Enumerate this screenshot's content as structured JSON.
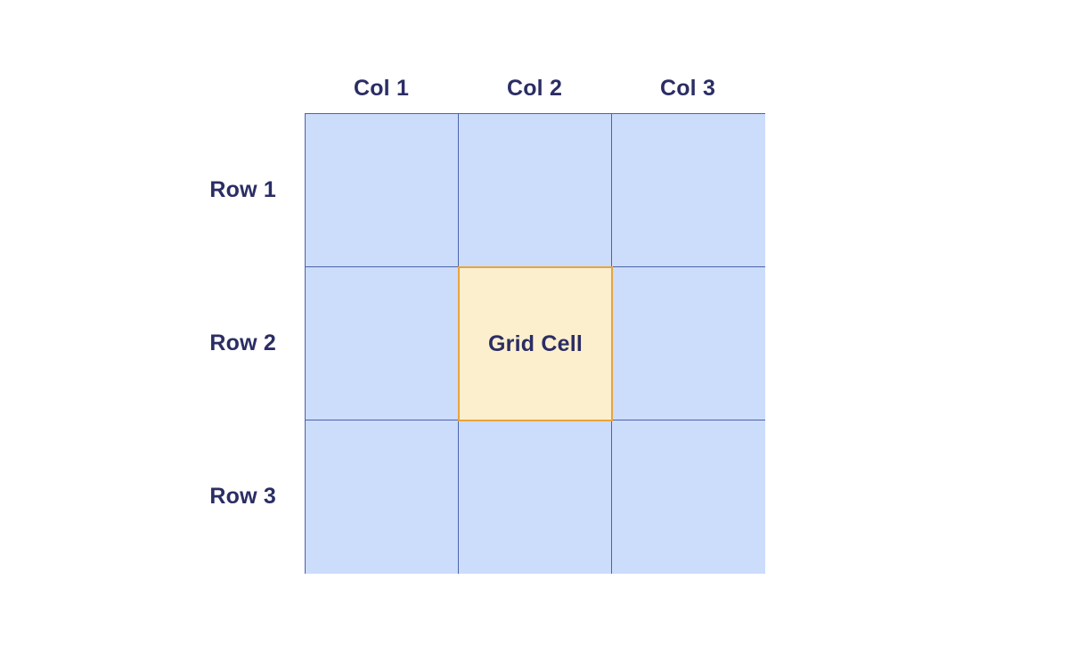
{
  "diagram": {
    "type": "grid-diagram",
    "column_headers": [
      "Col 1",
      "Col 2",
      "Col 3"
    ],
    "row_headers": [
      "Row 1",
      "Row 2",
      "Row 3"
    ],
    "grid_size": {
      "rows": 3,
      "cols": 3
    },
    "highlighted_cell": {
      "row": 2,
      "col": 2,
      "label": "Grid Cell"
    },
    "colors": {
      "background": "#FFFFFF",
      "cell_fill": "#CCDCFB",
      "cell_border": "#4C63A9",
      "highlight_fill": "#FCEFCE",
      "highlight_border": "#E8A33D",
      "label_text": "#2B2D64"
    }
  }
}
